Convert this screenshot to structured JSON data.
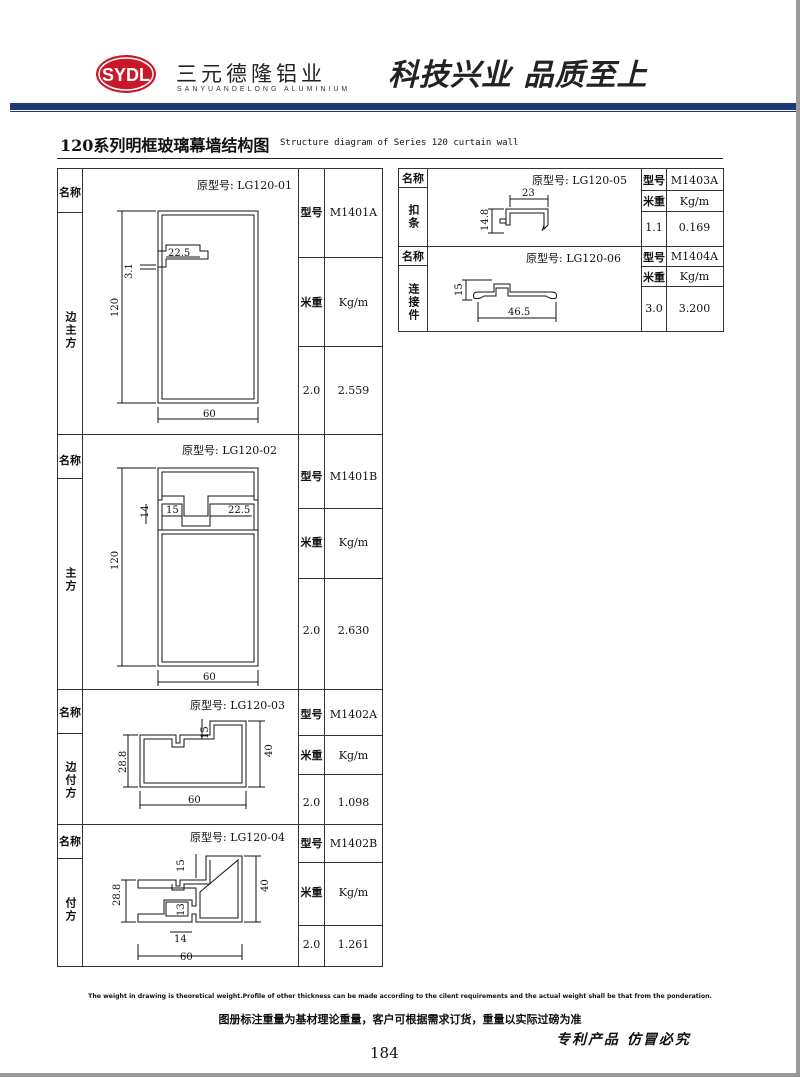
{
  "header": {
    "logo_text": "SYDL",
    "brand_cn": "三元德隆铝业",
    "brand_en": "SANYUANDELONG ALUMINIUM",
    "slogan": "科技兴业  品质至上",
    "colors": {
      "rule": "#1e3a76",
      "logo": "#c8182a"
    }
  },
  "title": {
    "cn": "120系列明框玻璃幕墙结构图",
    "en": "Structure diagram of Series 120 curtain wall"
  },
  "labels": {
    "name": "名称",
    "model_no": "型号",
    "weight_per_m": "米重",
    "unit": "Kg/m"
  },
  "profiles": [
    {
      "name": "边主方",
      "orig_model": "原型号: LG120-01",
      "model": "M1401A",
      "thickness": "2.0",
      "weight": "2.559",
      "dims": [
        "22.5",
        "3.1",
        "120",
        "60"
      ]
    },
    {
      "name": "主方",
      "orig_model": "原型号: LG120-02",
      "model": "M1401B",
      "thickness": "2.0",
      "weight": "2.630",
      "dims": [
        "14",
        "15",
        "22.5",
        "120",
        "60"
      ]
    },
    {
      "name": "边付方",
      "orig_model": "原型号: LG120-03",
      "model": "M1402A",
      "thickness": "2.0",
      "weight": "1.098",
      "dims": [
        "15",
        "28.8",
        "40",
        "60"
      ]
    },
    {
      "name": "付方",
      "orig_model": "原型号: LG120-04",
      "model": "M1402B",
      "thickness": "2.0",
      "weight": "1.261",
      "dims": [
        "15",
        "28.8",
        "40",
        "13",
        "14",
        "60"
      ]
    },
    {
      "name": "扣条",
      "orig_model": "原型号: LG120-05",
      "model": "M1403A",
      "thickness": "1.1",
      "weight": "0.169",
      "dims": [
        "23",
        "14.8"
      ]
    },
    {
      "name": "连接件",
      "orig_model": "原型号: LG120-06",
      "model": "M1404A",
      "thickness": "3.0",
      "weight": "3.200",
      "dims": [
        "15",
        "46.5"
      ]
    }
  ],
  "footer": {
    "note_en": "The weight in drawing is theoretical weight.Profile of other thickness can be made according to the cilent requirements and the actual weight shall be that from the ponderation.",
    "note_cn": "图册标注重量为基材理论重量，客户可根据需求订货，重量以实际过磅为准",
    "patent": "专利产品  仿冒必究",
    "page": "184"
  }
}
